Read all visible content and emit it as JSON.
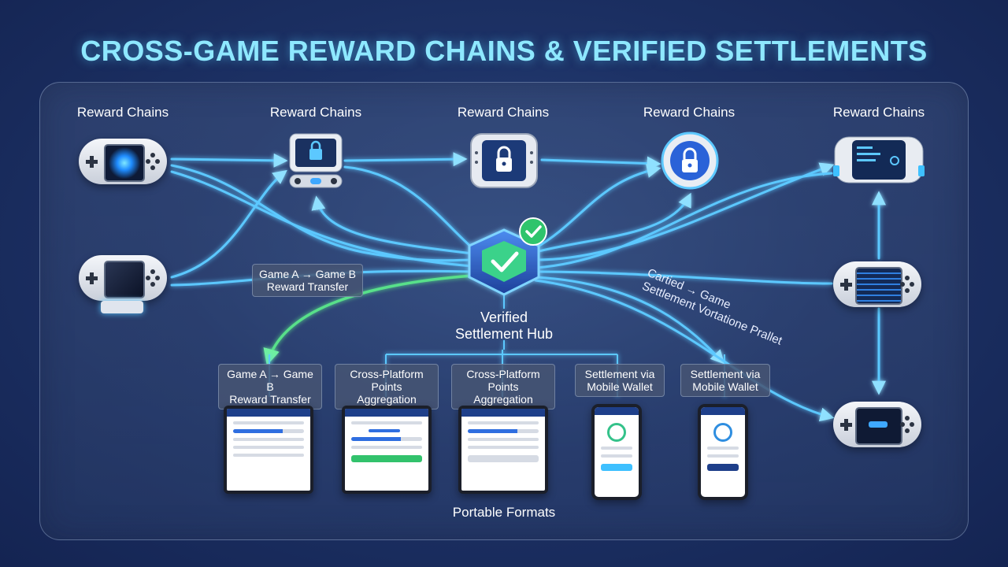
{
  "title": "CROSS-GAME REWARD CHAINS & VERIFIED SETTLEMENTS",
  "columns": [
    "Reward Chains",
    "Reward Chains",
    "Reward Chains",
    "Reward Chains",
    "Reward Chains"
  ],
  "hub": {
    "label_line1": "Verified",
    "label_line2": "Settlement Hub"
  },
  "transfer_tag": {
    "line1": "Game A → Game B",
    "line2": "Reward Transfer"
  },
  "curve_text": {
    "line1": "Cartied → Game",
    "line2": "Settlement Vortatione Prallet"
  },
  "formats": [
    {
      "line1": "Game A → Game B",
      "line2": "Reward Transfer"
    },
    {
      "line1": "Cross-Platform",
      "line2": "Points Aggregation"
    },
    {
      "line1": "Cross-Platform",
      "line2": "Points Aggregation"
    },
    {
      "line1": "Settlement via",
      "line2": "Mobile Wallet"
    },
    {
      "line1": "Settlement via",
      "line2": "Mobile Wallet"
    }
  ],
  "footer": "Portable Formats",
  "colors": {
    "accent": "#5cc8ff",
    "success": "#34d27a",
    "title": "#8ee8ff",
    "panel": "#3c5078"
  },
  "icons": [
    "gamepad-icon",
    "lock-icon",
    "shield-check-icon",
    "wallet-screen-icon"
  ]
}
